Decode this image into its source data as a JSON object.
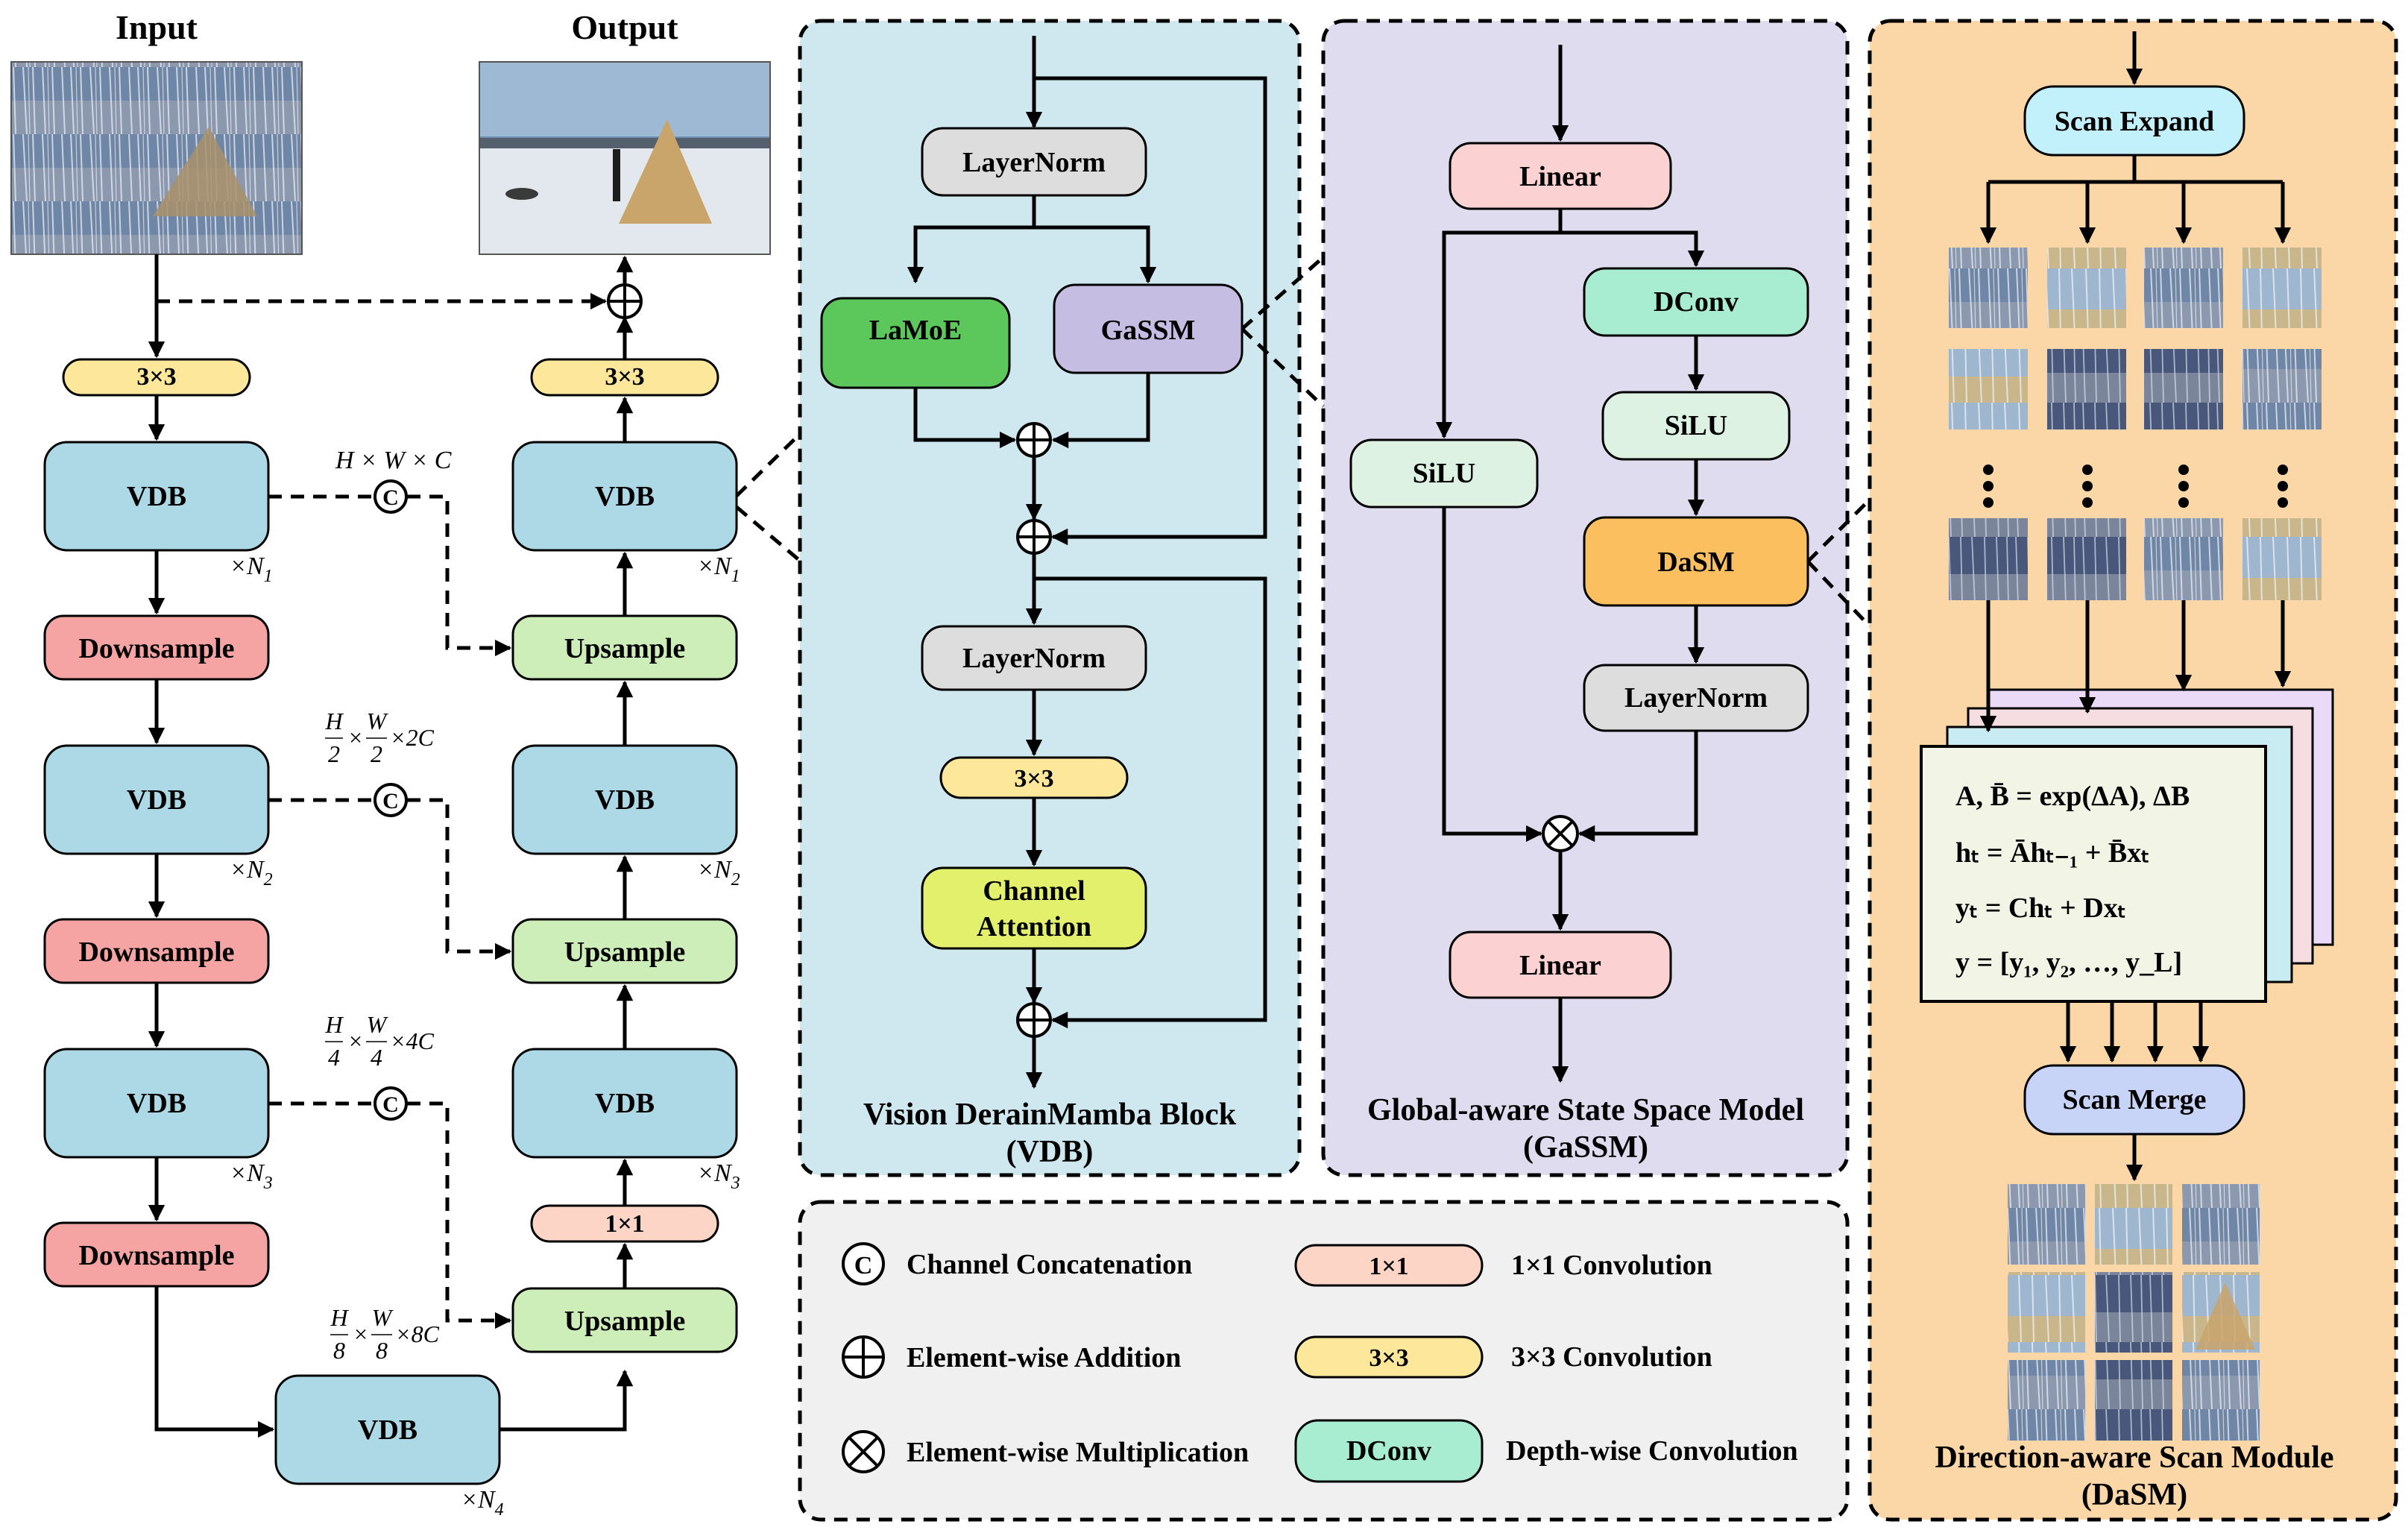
{
  "pipeline": {
    "input_label": "Input",
    "output_label": "Output",
    "conv3": "3×3",
    "conv1": "1×1",
    "vdb": "VDB",
    "downsample": "Downsample",
    "upsample": "Upsample",
    "n1": "1",
    "n2": "2",
    "n3": "3",
    "n4": "4",
    "times": "×N",
    "concat": "C",
    "dim1": "H × W × C",
    "frac_h": "H",
    "frac_w": "W",
    "den2": "2",
    "den4": "4",
    "den8": "8",
    "c2": "×2C",
    "c4": "×4C",
    "c8": "×8C",
    "x": "×"
  },
  "vdb_block": {
    "layernorm1": "LayerNorm",
    "lamoe": "LaMoE",
    "gassm": "GaSSM",
    "layernorm2": "LayerNorm",
    "conv3": "3×3",
    "channel_attention_1": "Channel",
    "channel_attention_2": "Attention",
    "title_1": "Vision DerainMamba Block",
    "title_2": "(VDB)"
  },
  "gassm_block": {
    "linear_top": "Linear",
    "dconv": "DConv",
    "silu_right": "SiLU",
    "silu_left": "SiLU",
    "dasm": "DaSM",
    "layernorm": "LayerNorm",
    "linear_bottom": "Linear",
    "title_1": "Global-aware State Space Model",
    "title_2": "(GaSSM)"
  },
  "dasm_block": {
    "scan_expand": "Scan Expand",
    "scan_merge": "Scan Merge",
    "eq1": "A, B̄ = exp(ΔA), ΔB",
    "eq2": "hₜ = Āhₜ₋₁ + B̄xₜ",
    "eq3": "yₜ = Chₜ + Dxₜ",
    "eq4": "y = [y₁, y₂, …, y_L]",
    "title_1": "Direction-aware Scan Module",
    "title_2": "(DaSM)"
  },
  "legend": {
    "concat_symbol": "C",
    "concat_label": "Channel Concatenation",
    "add_label": "Element-wise Addition",
    "mul_label": "Element-wise Multiplication",
    "conv1_chip": "1×1",
    "conv1_label": "1×1 Convolution",
    "conv3_chip": "3×3",
    "conv3_label": "3×3 Convolution",
    "dconv_chip": "DConv",
    "dconv_label": "Depth-wise Convolution"
  },
  "colors": {
    "vdb_fill": "#add8e6",
    "downsample_fill": "#f5a3a3",
    "upsample_fill": "#cdeeb8",
    "conv3_fill": "#fde79a",
    "conv1_fill": "#fcd5c6",
    "layernorm_fill": "#dddddd",
    "lamoe_fill": "#5cc85c",
    "gassm_fill": "#c6bde2",
    "channel_attention_fill": "#e3f06c",
    "linear_fill": "#fbd1d1",
    "dconv_fill": "#a8ecd2",
    "silu_fill": "#ddf2e3",
    "dasm_fill": "#fbbf60",
    "scan_expand_fill": "#c3f1fb",
    "scan_merge_fill": "#c8d3f8",
    "panel_vdb": "#cfe7ef",
    "panel_gassm": "#e0dcf0",
    "panel_dasm": "#fbd6a6",
    "panel_legend": "#f0f0f0"
  }
}
